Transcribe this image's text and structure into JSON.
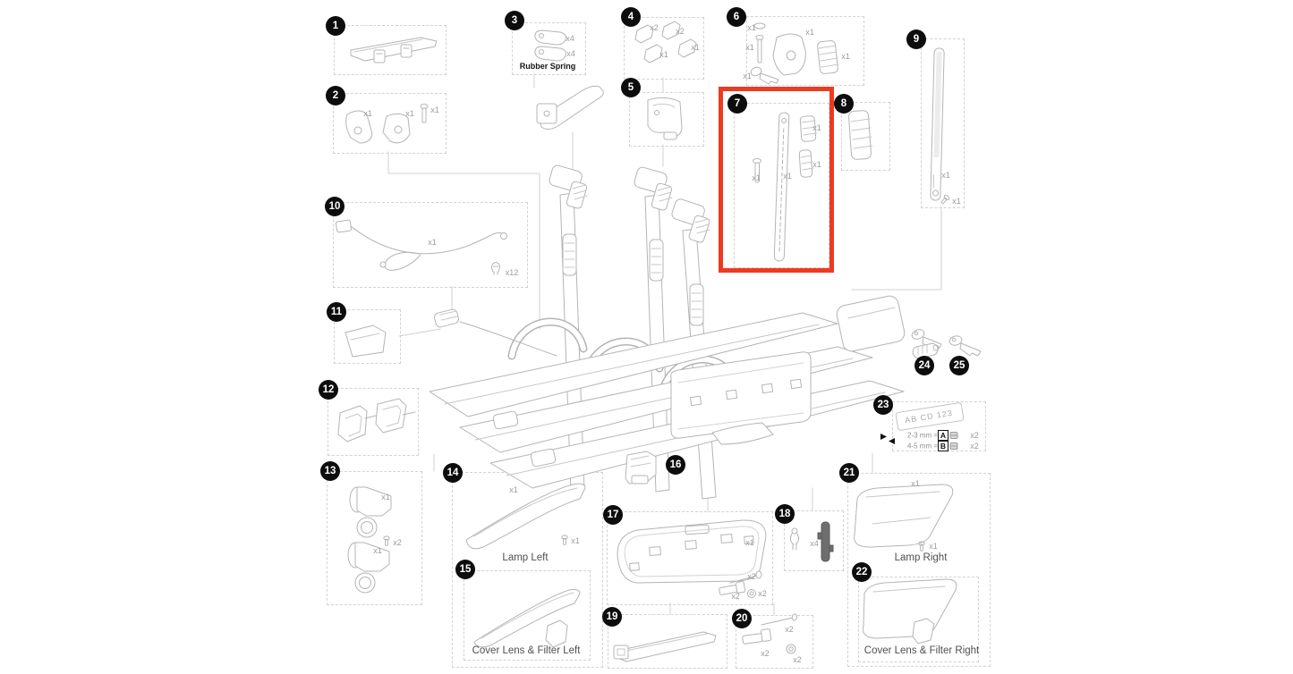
{
  "palette": {
    "highlight_red": "#ee3a21",
    "badge_black": "#0d0d0d",
    "line_gray": "#b4b4b4",
    "label_gray": "#9b9b9b"
  },
  "parts": {
    "p1": {
      "num": "1"
    },
    "p2": {
      "num": "2",
      "labels": [
        "x1",
        "x1",
        "x1"
      ]
    },
    "p3": {
      "num": "3",
      "labels": [
        "x4",
        "x4"
      ],
      "caption": "Rubber Spring"
    },
    "p4": {
      "num": "4",
      "labels": [
        "x2",
        "x2",
        "x1",
        "x1"
      ]
    },
    "p5": {
      "num": "5"
    },
    "p6": {
      "num": "6",
      "labels": [
        "x1",
        "x1",
        "x1",
        "x1",
        "x1"
      ]
    },
    "p7": {
      "num": "7",
      "labels": [
        "x1",
        "x1",
        "x1",
        "x1"
      ],
      "highlighted": true
    },
    "p8": {
      "num": "8"
    },
    "p9": {
      "num": "9",
      "labels": [
        "x1",
        "x1"
      ]
    },
    "p10": {
      "num": "10",
      "labels": [
        "x1",
        "x12"
      ]
    },
    "p11": {
      "num": "11"
    },
    "p12": {
      "num": "12"
    },
    "p13": {
      "num": "13",
      "labels": [
        "x1",
        "x2",
        "x1"
      ]
    },
    "p14": {
      "num": "14",
      "labels": [
        "x1",
        "x1"
      ],
      "caption": "Lamp Left"
    },
    "p15": {
      "num": "15",
      "caption": "Cover Lens & Filter Left"
    },
    "p16": {
      "num": "16"
    },
    "p17": {
      "num": "17",
      "labels": [
        "x1",
        "x2",
        "x2",
        "x2"
      ]
    },
    "p18": {
      "num": "18",
      "labels": [
        "x4"
      ]
    },
    "p19": {
      "num": "19"
    },
    "p20": {
      "num": "20",
      "labels": [
        "x2",
        "x2",
        "x2"
      ]
    },
    "p21": {
      "num": "21",
      "labels": [
        "x1",
        "x1"
      ],
      "caption": "Lamp Right"
    },
    "p22": {
      "num": "22",
      "caption": "Cover Lens & Filter Right"
    },
    "p23": {
      "num": "23",
      "plate_text": "AB CD 123",
      "rows": [
        {
          "range": "2-3 mm =",
          "letter": "A",
          "qty": "x2"
        },
        {
          "range": "4-5 mm =",
          "letter": "B",
          "qty": "x2"
        }
      ]
    },
    "p24": {
      "num": "24"
    },
    "p25": {
      "num": "25"
    }
  }
}
